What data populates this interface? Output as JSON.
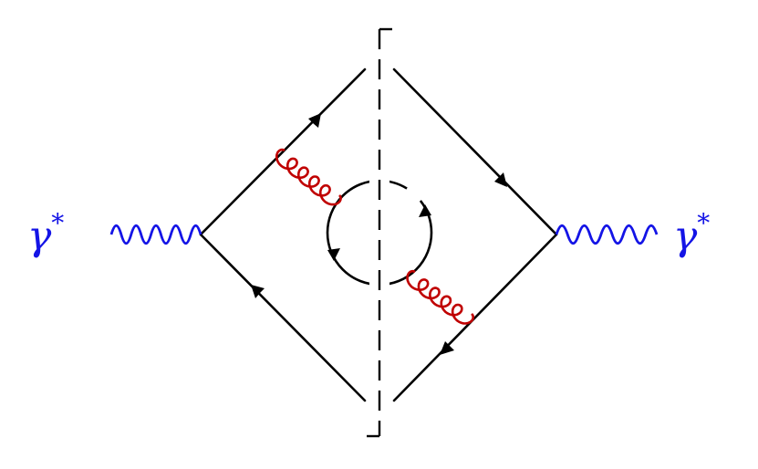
{
  "labels": {
    "left": {
      "symbol": "γ",
      "superscript": "*"
    },
    "right": {
      "symbol": "γ",
      "superscript": "*"
    }
  },
  "colors": {
    "photon": "#1414e6",
    "gluon": "#c00000",
    "quark": "#000000",
    "cut": "#000000"
  },
  "elements": {
    "photons": [
      "photon-left",
      "photon-right"
    ],
    "gluons": [
      "gluon-upper-left",
      "gluon-lower-right"
    ],
    "quark_loop": "quark-loop",
    "cut": "dashed-cut-line"
  }
}
